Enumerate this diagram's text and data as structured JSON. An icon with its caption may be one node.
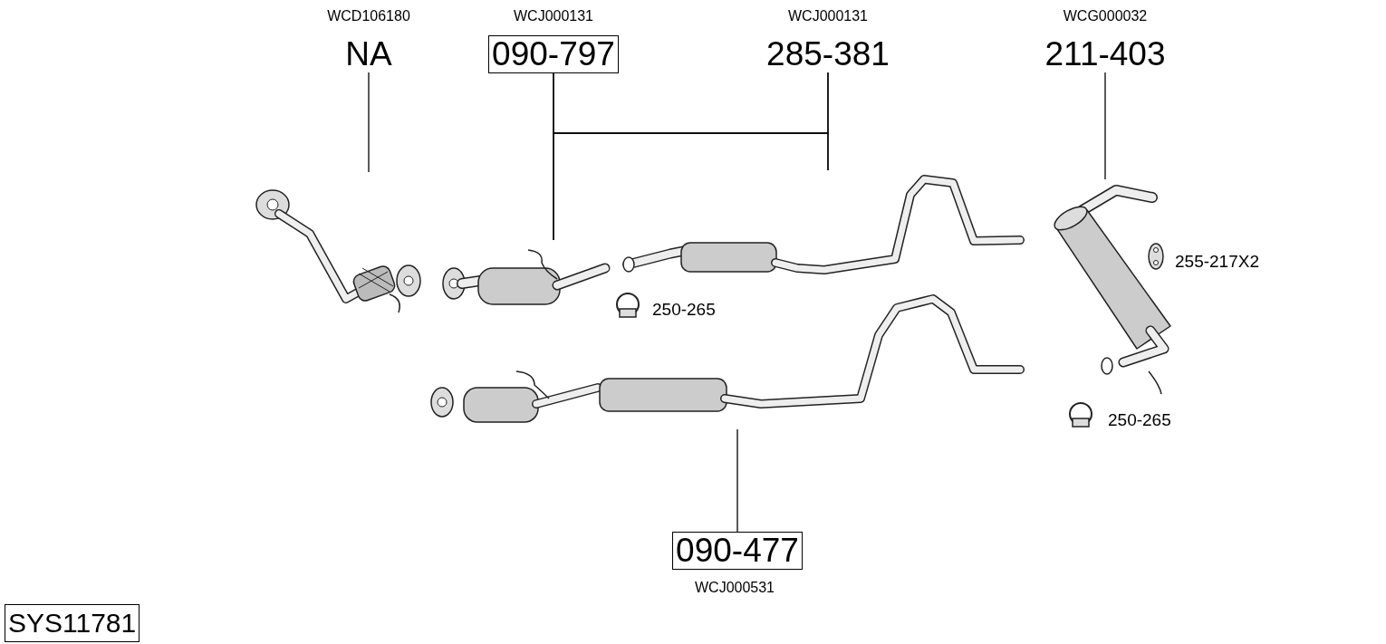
{
  "diagram": {
    "nodes": [
      {
        "text": [
          "NA"
        ],
        "beside": [
          "WCD106180"
        ]
      },
      {
        "text": [
          "090-797"
        ],
        "beside": [
          "WCJ000131"
        ]
      },
      {
        "text": [
          "285-381"
        ],
        "beside": [
          "WCJ000131"
        ]
      },
      {
        "text": [
          "211-403"
        ],
        "beside": [
          "WCG000032"
        ]
      },
      {
        "text": [],
        "shape": "picture"
      },
      {
        "text": [],
        "shape": "picture"
      },
      {
        "text": [],
        "shape": "picture"
      },
      {
        "text": [],
        "shape": "picture"
      },
      {
        "text": [],
        "shape": "picture"
      },
      {
        "text": [
          "090-477"
        ],
        "beside": [
          "WCJ000531"
        ]
      },
      {
        "text": [
          "SYS11781"
        ]
      }
    ],
    "edges": [
      {
        "from": 0,
        "to": 4,
        "arrow": "none"
      },
      {
        "from": 1,
        "to": 5,
        "arrow": "none"
      },
      {
        "from": 1,
        "to": 6,
        "arrow": "none"
      },
      {
        "from": 2,
        "to": 5,
        "arrow": "none"
      },
      {
        "from": 2,
        "to": 6,
        "arrow": "none"
      },
      {
        "from": 3,
        "to": 7,
        "arrow": "none"
      },
      {
        "from": 9,
        "to": 8,
        "arrow": "none"
      }
    ],
    "labels": [
      "250-265",
      "255-217X2",
      "250-265"
    ]
  }
}
